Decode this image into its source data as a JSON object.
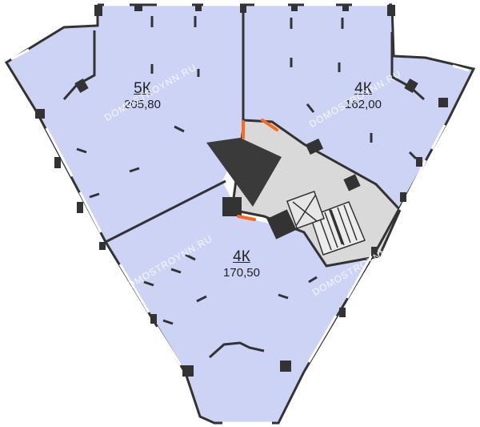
{
  "apartments": [
    {
      "id": "5k",
      "type": "5К",
      "area": "205,80"
    },
    {
      "id": "4k-right",
      "type": "4К",
      "area": "162,00"
    },
    {
      "id": "4k-bottom",
      "type": "4К",
      "area": "170,50"
    }
  ],
  "watermark": "DOMOSTROYNN.RU",
  "colors": {
    "apartment_fill": "#ccd3f5",
    "core_fill": "#d9d9d9",
    "wall": "#333333",
    "door_accent": "#ff6a1a",
    "window": "#ffffff"
  }
}
